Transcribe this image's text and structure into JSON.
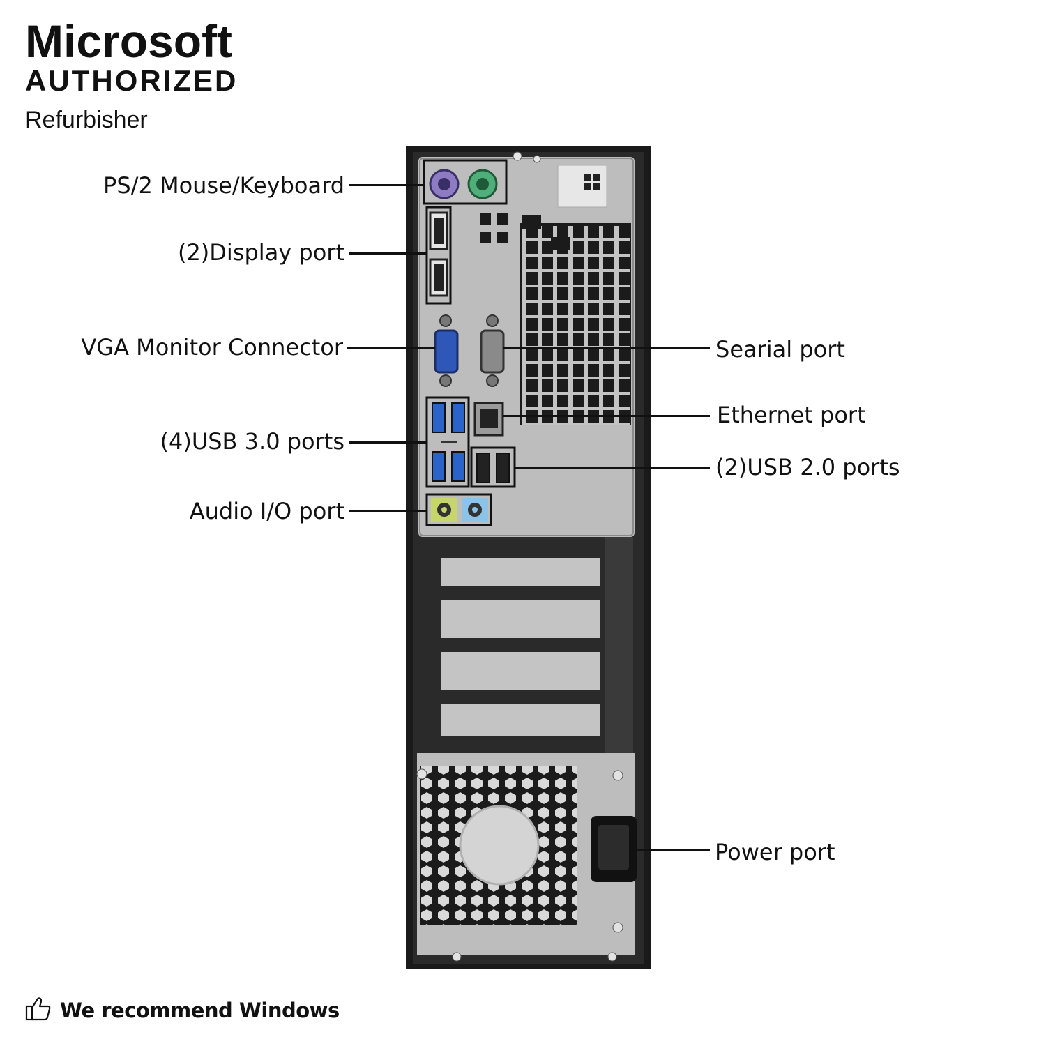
{
  "badge": {
    "brand": "Microsoft",
    "authorized": "AUTHORIZED",
    "refurbisher": "Refurbisher"
  },
  "labels": {
    "ps2": "PS/2 Mouse/Keyboard",
    "display_port": "(2)Display port",
    "vga": "VGA Monitor Connector",
    "usb3": "(4)USB 3.0 ports",
    "audio": "Audio I/O port",
    "serial": "Searial port",
    "ethernet": "Ethernet port",
    "usb2": "(2)USB 2.0 ports",
    "power": "Power port"
  },
  "footer": {
    "text": "We recommend Windows",
    "icon": "thumbs-up-icon"
  },
  "colors": {
    "ps2_mouse": "#8e7cc3",
    "ps2_keyboard": "#4fae7a",
    "vga": "#2e57b8",
    "usb3": "#2a63c9",
    "audio_out": "#c7d66a",
    "audio_in": "#8cc3e8",
    "chassis": "#1a1a1a",
    "panel": "#b9b9b9"
  }
}
